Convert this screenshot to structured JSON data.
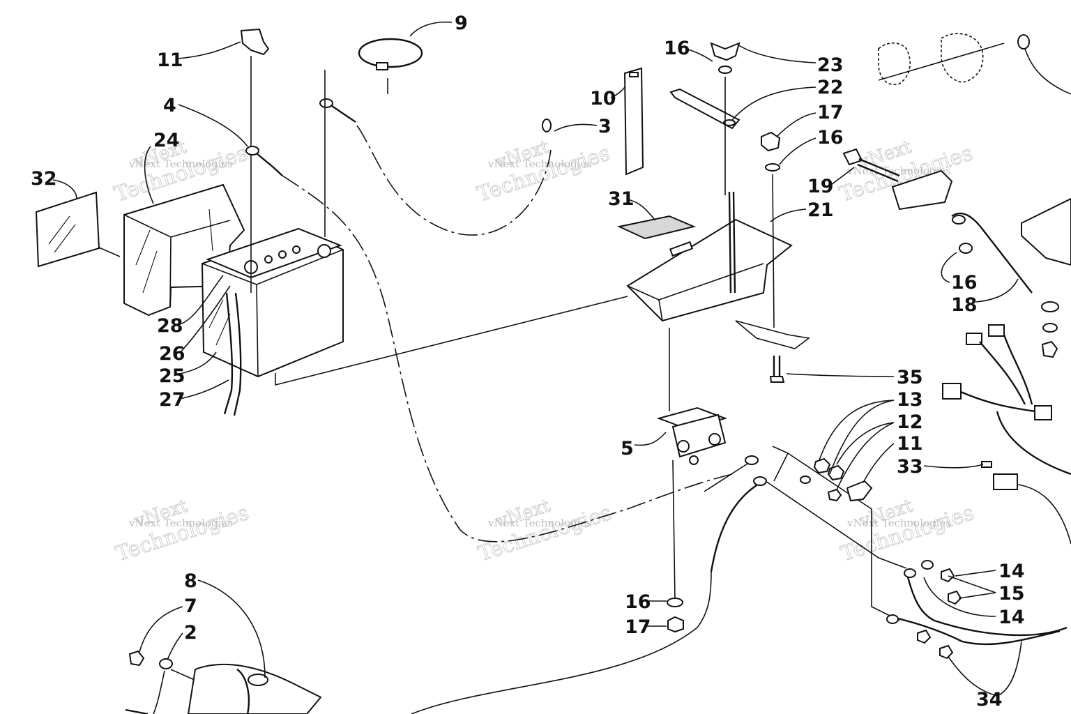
{
  "callouts": {
    "c11a": "11",
    "c9": "9",
    "c4": "4",
    "c24": "24",
    "c32": "32",
    "c3": "3",
    "c10": "10",
    "c31": "31",
    "c16a": "16",
    "c23": "23",
    "c22": "22",
    "c17a": "17",
    "c16b": "16",
    "c19": "19",
    "c21": "21",
    "c16c": "16",
    "c18": "18",
    "c28": "28",
    "c26": "26",
    "c25": "25",
    "c27": "27",
    "c35": "35",
    "c13": "13",
    "c12": "12",
    "c11b": "11",
    "c33": "33",
    "c5": "5",
    "c14a": "14",
    "c15": "15",
    "c14b": "14",
    "c16d": "16",
    "c17b": "17",
    "c34": "34",
    "c8": "8",
    "c7": "7",
    "c2": "2"
  },
  "watermark": {
    "brand_line1": "vNext",
    "brand_line2": "Technologies",
    "small_text": "vNext Technologies"
  }
}
